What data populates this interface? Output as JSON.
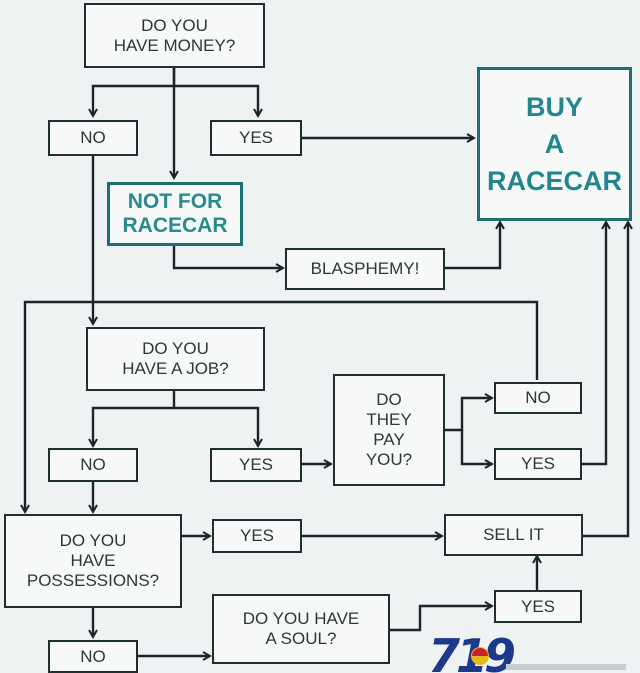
{
  "nodes": {
    "money_q": "DO YOU\nHAVE MONEY?",
    "no_1": "NO",
    "yes_1": "YES",
    "not_for_racecar": "NOT FOR\nRACECAR",
    "buy_racecar": "BUY\nA\nRACECAR",
    "blasphemy": "BLASPHEMY!",
    "job_q": "DO YOU\nHAVE A JOB?",
    "no_2": "NO",
    "yes_2": "YES",
    "pay_q": "DO\nTHEY\nPAY\nYOU?",
    "no_3": "NO",
    "yes_3": "YES",
    "possessions_q": "DO YOU\nHAVE\nPOSSESSIONS?",
    "yes_4": "YES",
    "sell_it": "SELL IT",
    "soul_q": "DO YOU HAVE\nA SOUL?",
    "yes_5": "YES",
    "no_4": "NO"
  },
  "logo": {
    "text": "719"
  },
  "colors": {
    "accent": "#1d6f70",
    "line": "#1a2525",
    "background": "#eef2f3"
  }
}
